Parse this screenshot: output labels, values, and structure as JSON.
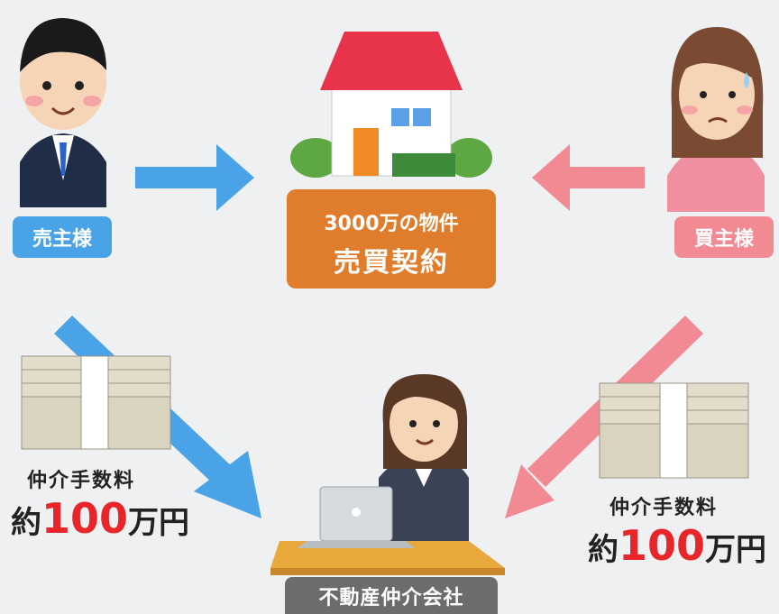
{
  "seller": {
    "label": "売主様"
  },
  "buyer": {
    "label": "買主様"
  },
  "contract": {
    "property": "3000万の物件",
    "title": "売買契約"
  },
  "fees": {
    "left": {
      "title": "仲介手数料",
      "prefix": "約",
      "number": "100",
      "suffix": "万円"
    },
    "right": {
      "title": "仲介手数料",
      "prefix": "約",
      "number": "100",
      "suffix": "万円"
    }
  },
  "company": {
    "label": "不動産仲介会社"
  },
  "colors": {
    "seller_blue": "#4aa3e6",
    "buyer_pink": "#f28a93",
    "contract_orange": "#e07d2c",
    "fee_red": "#e8262a"
  }
}
